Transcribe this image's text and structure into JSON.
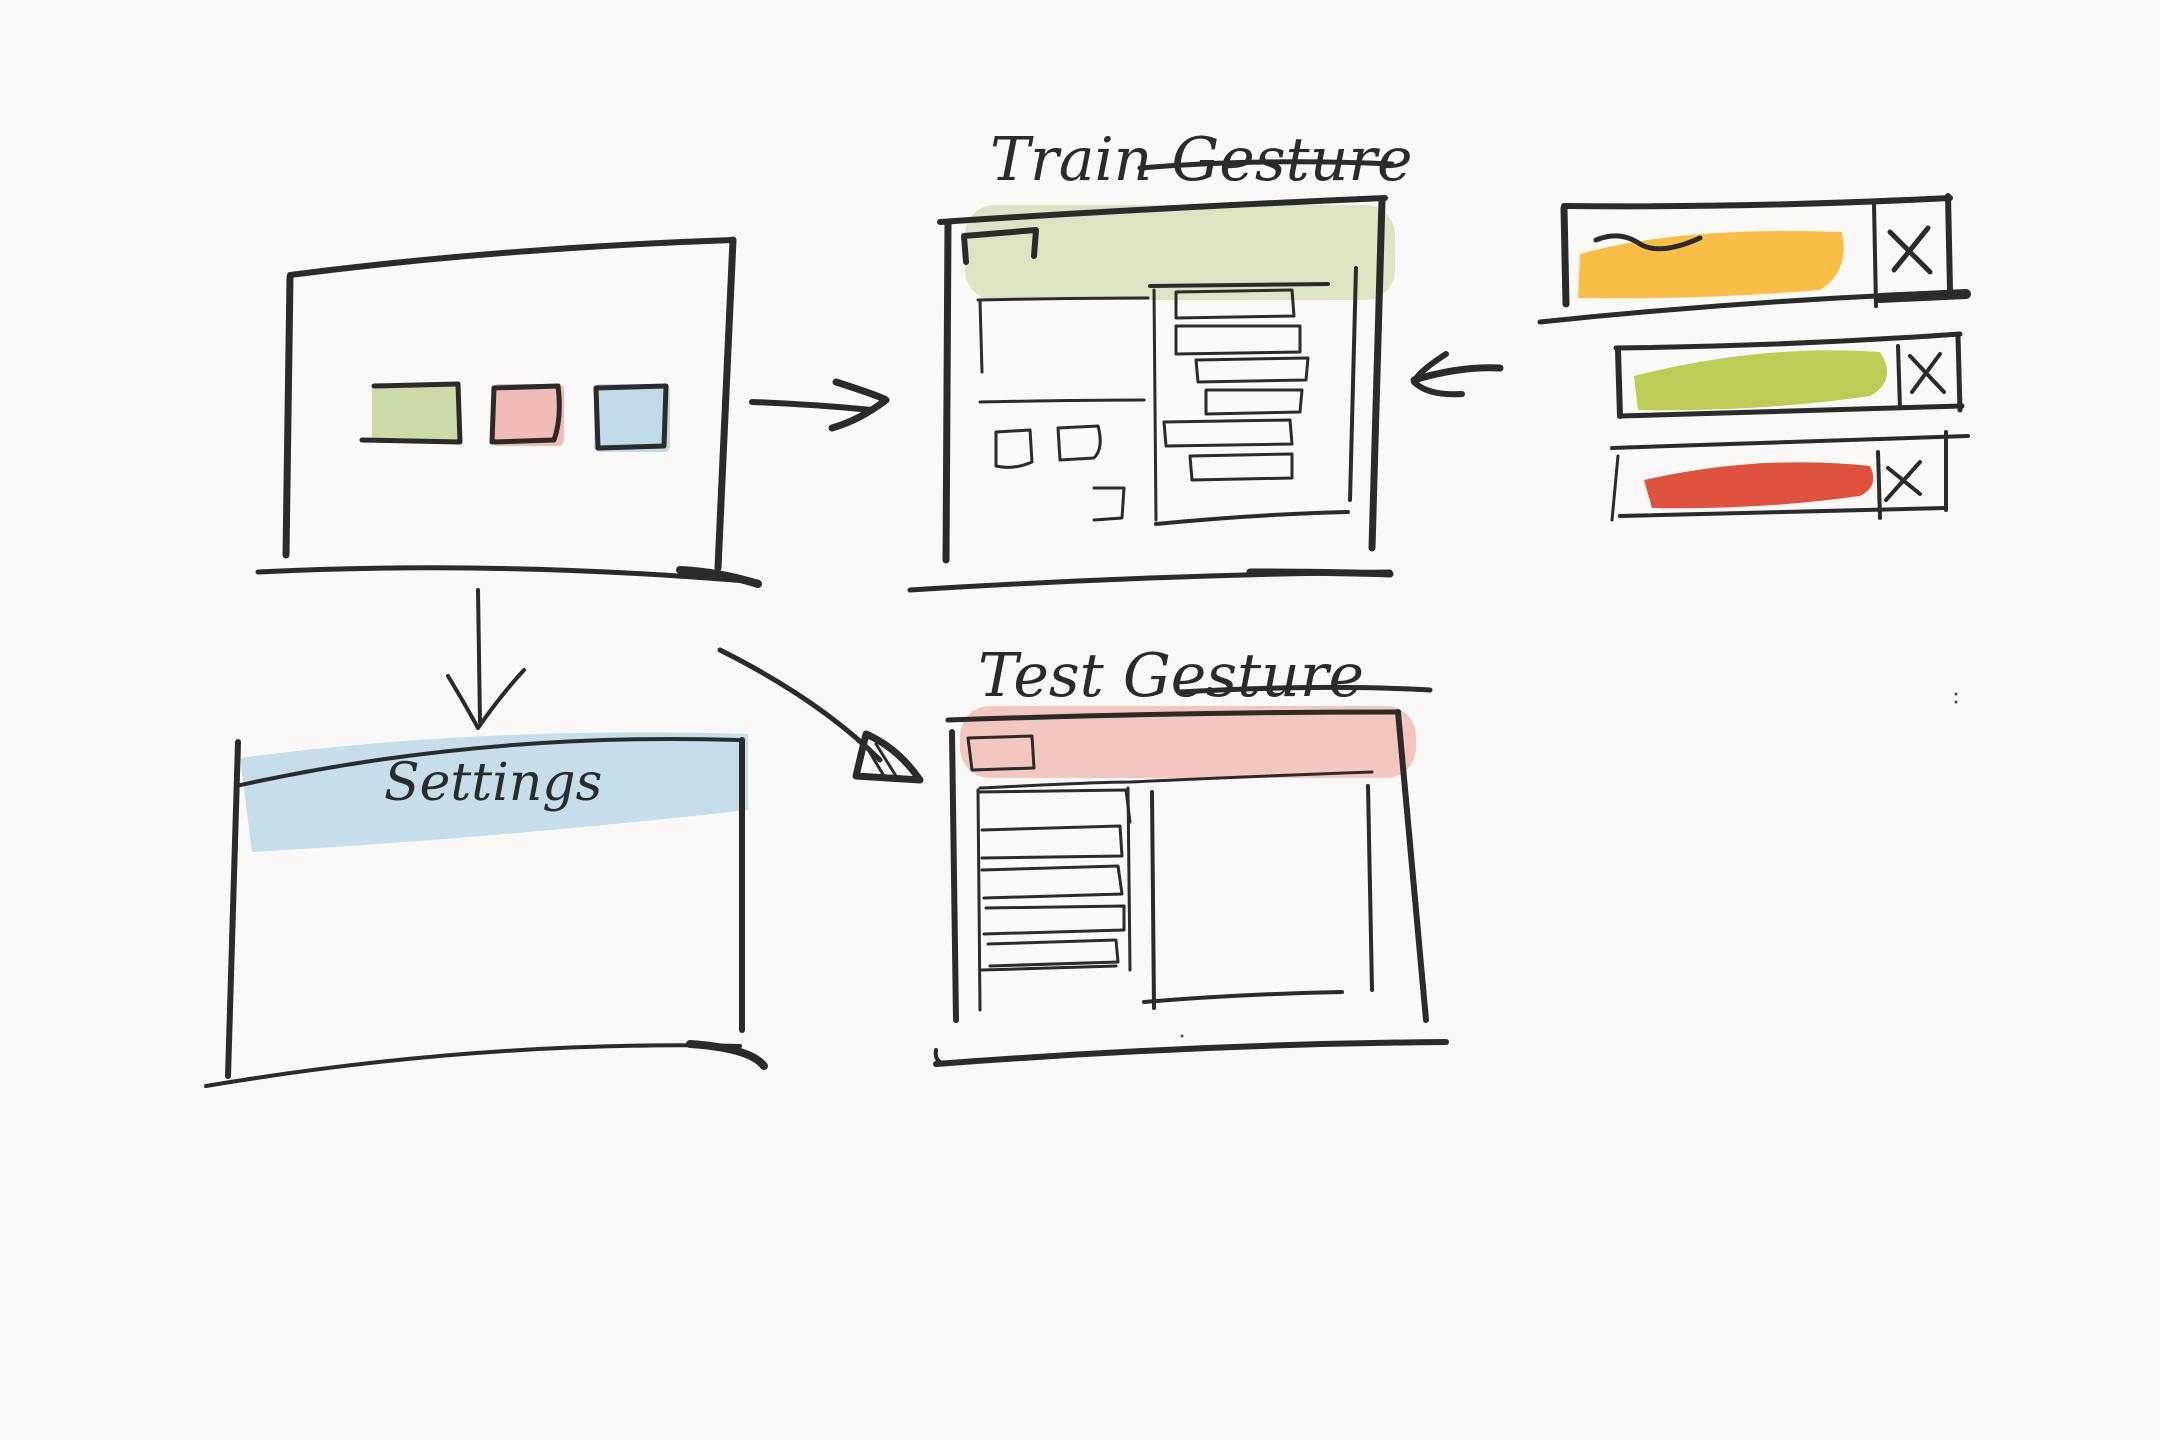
{
  "screens": {
    "main_menu": {},
    "train": {
      "title": "Train Gesture"
    },
    "test": {
      "title": "Test Gesture"
    },
    "settings": {
      "title": "Settings"
    }
  },
  "colors": {
    "ink": "#2b2b2b",
    "paper": "#faf9f7",
    "green": "#c5d49a",
    "red": "#f0b5ae",
    "blue": "#b9d6e6",
    "yellow": "#f7b733",
    "lime": "#b0c43a",
    "crimson": "#d9402a"
  },
  "icons": {
    "arrow": "arrow-icon",
    "delete": "x-icon"
  },
  "gesture_list": {
    "rows": [
      {
        "color": "yellow",
        "delete_icon": "x-icon"
      },
      {
        "color": "lime",
        "delete_icon": "x-icon"
      },
      {
        "color": "crimson",
        "delete_icon": "x-icon"
      }
    ]
  }
}
